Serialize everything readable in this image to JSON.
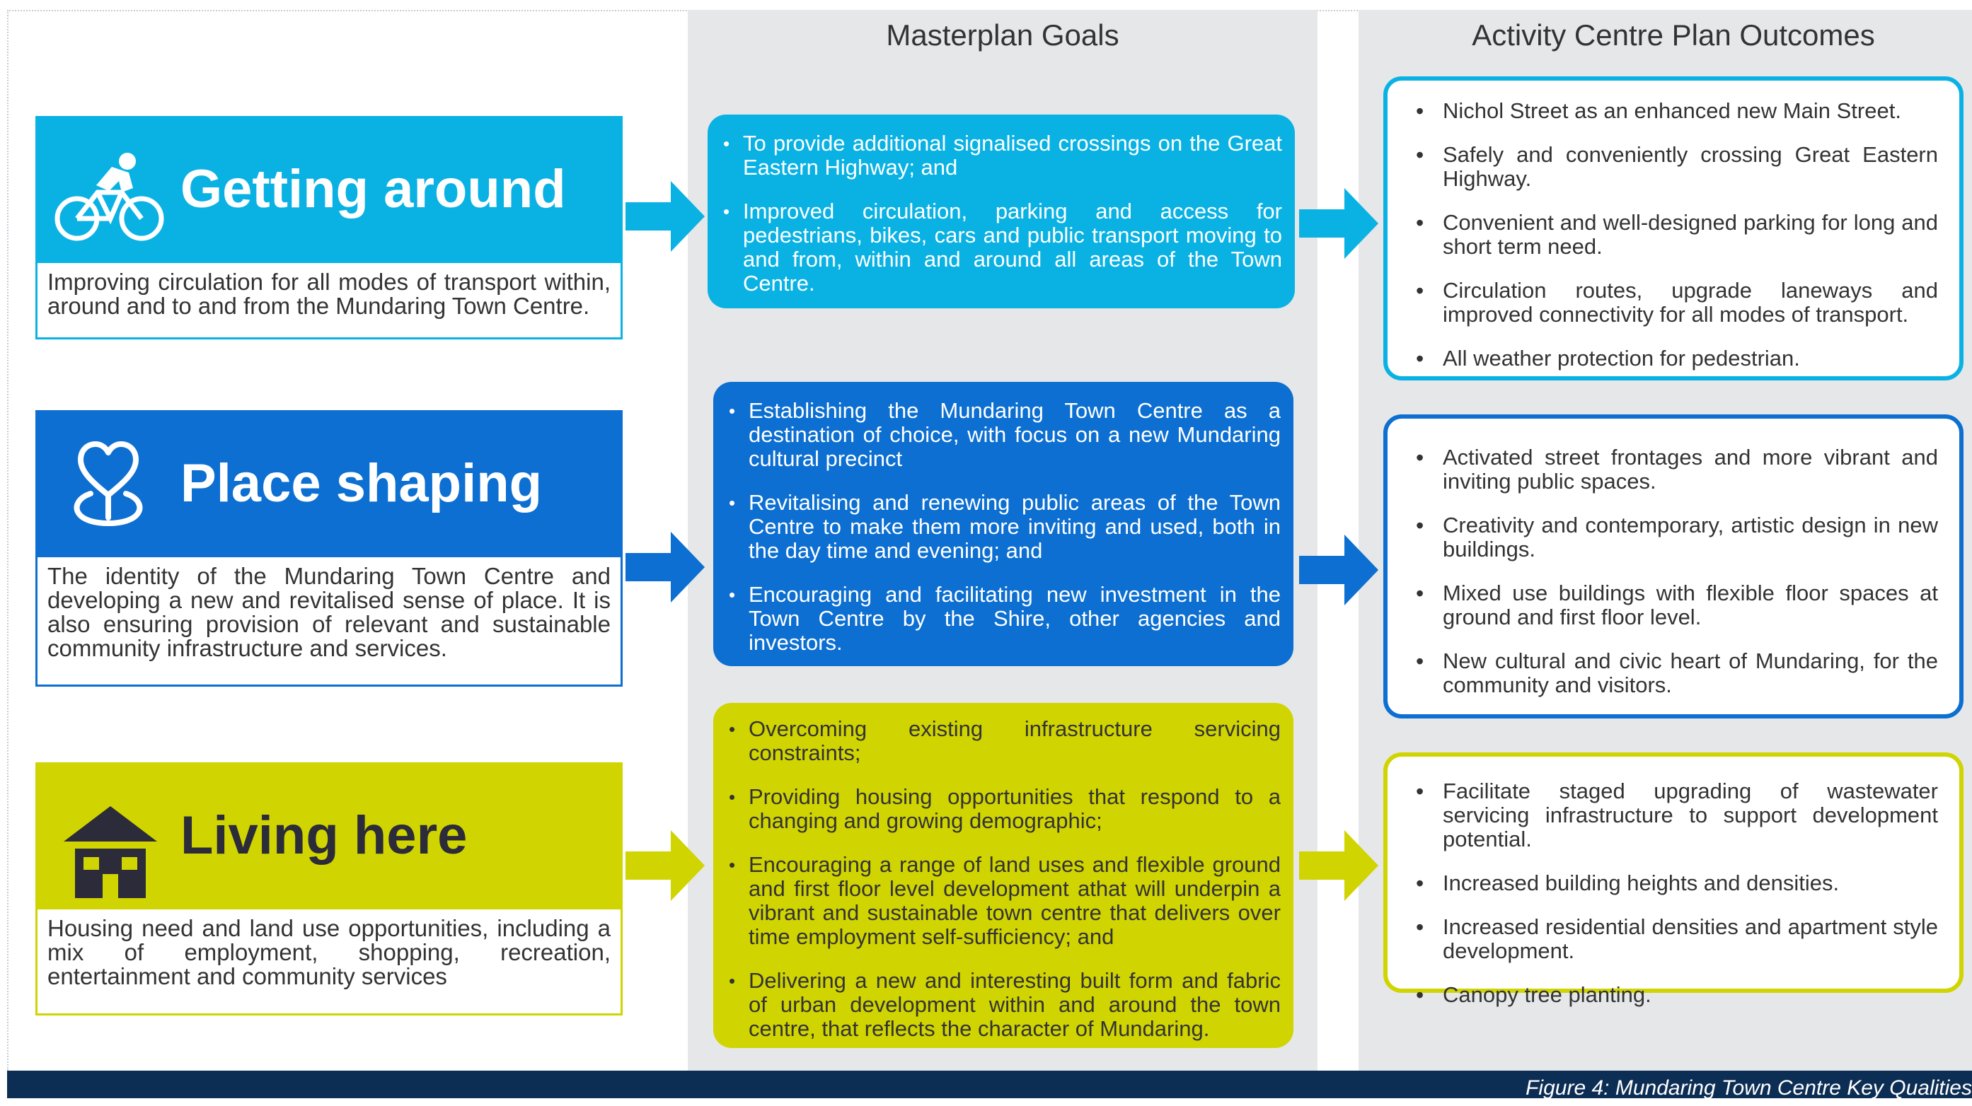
{
  "columns": {
    "goals_title": "Masterplan Goals",
    "outcomes_title": "Activity Centre Plan Outcomes"
  },
  "colors": {
    "getting_around": "#0ab2e4",
    "place_shaping": "#0c6fd1",
    "living_here": "#d0d400",
    "column_bg": "#e6e7e8",
    "footer_bg": "#0d2e54"
  },
  "pillars": [
    {
      "title": "Getting around",
      "icon": "cyclist-icon",
      "description": "Improving circulation for all modes of transport within, around and to and from the Mundaring Town Centre.",
      "goals": [
        "To provide additional signalised crossings on the Great Eastern Highway; and",
        "Improved circulation, parking and access for pedestrians, bikes, cars and public transport moving to and from, within and around all areas of the Town Centre."
      ],
      "outcomes": [
        "Nichol Street as an enhanced new Main Street.",
        "Safely and conveniently crossing Great Eastern Highway.",
        "Convenient and well-designed parking for long and short term need.",
        "Circulation routes, upgrade laneways and improved connectivity for all modes of transport.",
        "All weather protection for pedestrian."
      ]
    },
    {
      "title": "Place shaping",
      "icon": "heart-location-pin-icon",
      "description": "The identity of the Mundaring Town Centre and developing a new and revitalised sense of place. It is also ensuring provision of relevant and sustainable community infrastructure and services.",
      "goals": [
        "Establishing the Mundaring Town Centre as a destination of choice, with focus on a new Mundaring cultural precinct",
        "Revitalising and renewing public areas of the Town Centre to make them more inviting and used, both in the day time and evening; and",
        "Encouraging and facilitating new investment in the Town Centre by the Shire, other agencies and investors."
      ],
      "outcomes": [
        "Activated street frontages and more vibrant and inviting public spaces.",
        "Creativity and contemporary, artistic design in new buildings.",
        "Mixed use buildings with flexible floor spaces at ground and first floor level.",
        "New cultural and civic heart of Mundaring, for the community and visitors."
      ]
    },
    {
      "title": "Living here",
      "icon": "house-icon",
      "description": "Housing need and land use opportunities, including a mix of employment, shopping, recreation, entertainment and community services",
      "goals": [
        "Overcoming existing infrastructure servicing constraints;",
        "Providing housing opportunities that respond to a changing and growing demographic;",
        "Encouraging a range of land uses and flexible ground and first floor level development athat will underpin a vibrant and sustainable town centre that delivers over time employment self-sufficiency; and",
        "Delivering a new and interesting built form and fabric of urban development within and around the town centre, that reflects the character of Mundaring."
      ],
      "outcomes": [
        "Facilitate staged upgrading of wastewater servicing infrastructure to support development potential.",
        "Increased building heights and densities.",
        "Increased residential densities and apartment style development.",
        "Canopy tree planting."
      ]
    }
  ],
  "caption": "Figure 4: Mundaring Town Centre Key Qualities"
}
